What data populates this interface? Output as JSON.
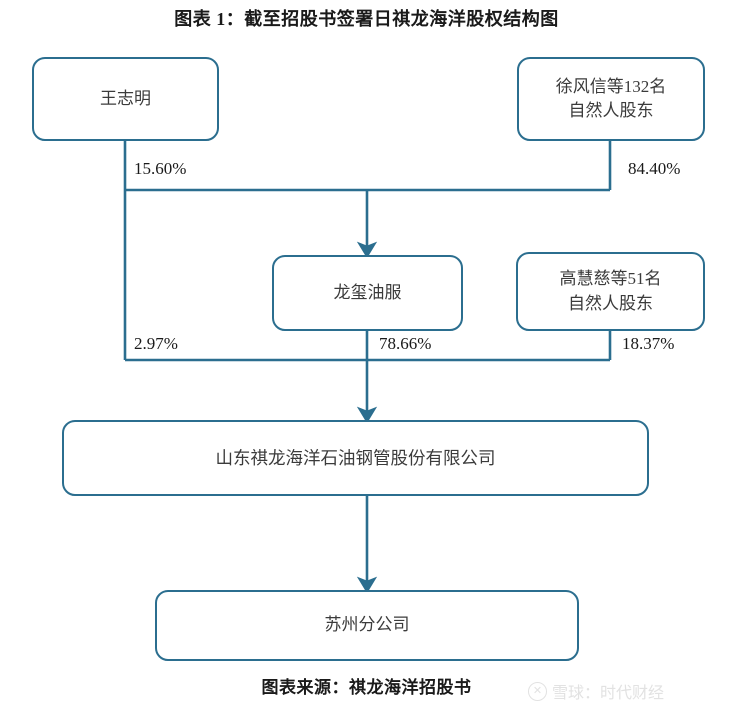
{
  "figure": {
    "title": "图表 1：截至招股书签署日祺龙海洋股权结构图",
    "source": "图表来源：祺龙海洋招股书",
    "accent_color": "#2b6e8f",
    "text_color": "#3b3b3b",
    "background_color": "#ffffff"
  },
  "chart_data": {
    "type": "diagram",
    "title": "图表 1：截至招股书签署日祺龙海洋股权结构图",
    "subtitle": "",
    "source": "图表来源：祺龙海洋招股书",
    "nodes": [
      {
        "id": "wangzhiming",
        "label": "王志明",
        "level": 1
      },
      {
        "id": "xufengxin",
        "label": "徐风信等132名\n自然人股东",
        "level": 1
      },
      {
        "id": "longxi",
        "label": "龙玺油服",
        "level": 2
      },
      {
        "id": "gaohuici",
        "label": "高慧慈等51名\n自然人股东",
        "level": 2
      },
      {
        "id": "main_company",
        "label": "山东祺龙海洋石油钢管股份有限公司",
        "level": 3
      },
      {
        "id": "suzhou_branch",
        "label": "苏州分公司",
        "level": 4
      }
    ],
    "edges": [
      {
        "from": "wangzhiming",
        "to": "longxi",
        "label": "15.60%"
      },
      {
        "from": "xufengxin",
        "to": "longxi",
        "label": "84.40%"
      },
      {
        "from": "wangzhiming",
        "to": "main_company",
        "label": "2.97%"
      },
      {
        "from": "longxi",
        "to": "main_company",
        "label": "78.66%"
      },
      {
        "from": "gaohuici",
        "to": "main_company",
        "label": "18.37%"
      },
      {
        "from": "main_company",
        "to": "suzhou_branch",
        "label": ""
      }
    ]
  },
  "nodes": {
    "wangzhiming": {
      "label": "王志明"
    },
    "xufengxin": {
      "line1": "徐风信等132名",
      "line2": "自然人股东"
    },
    "longxi": {
      "label": "龙玺油服"
    },
    "gaohuici": {
      "line1": "高慧慈等51名",
      "line2": "自然人股东"
    },
    "main_company": {
      "label": "山东祺龙海洋石油钢管股份有限公司"
    },
    "suzhou_branch": {
      "label": "苏州分公司"
    }
  },
  "percentages": {
    "wang_to_longxi": "15.60%",
    "xu_to_longxi": "84.40%",
    "wang_to_company": "2.97%",
    "longxi_to_company": "78.66%",
    "gao_to_company": "18.37%"
  },
  "watermark": {
    "logo_glyph": "✕",
    "logo_icon_name": "xueqiu-logo-icon",
    "text": "雪球：时代财经"
  }
}
